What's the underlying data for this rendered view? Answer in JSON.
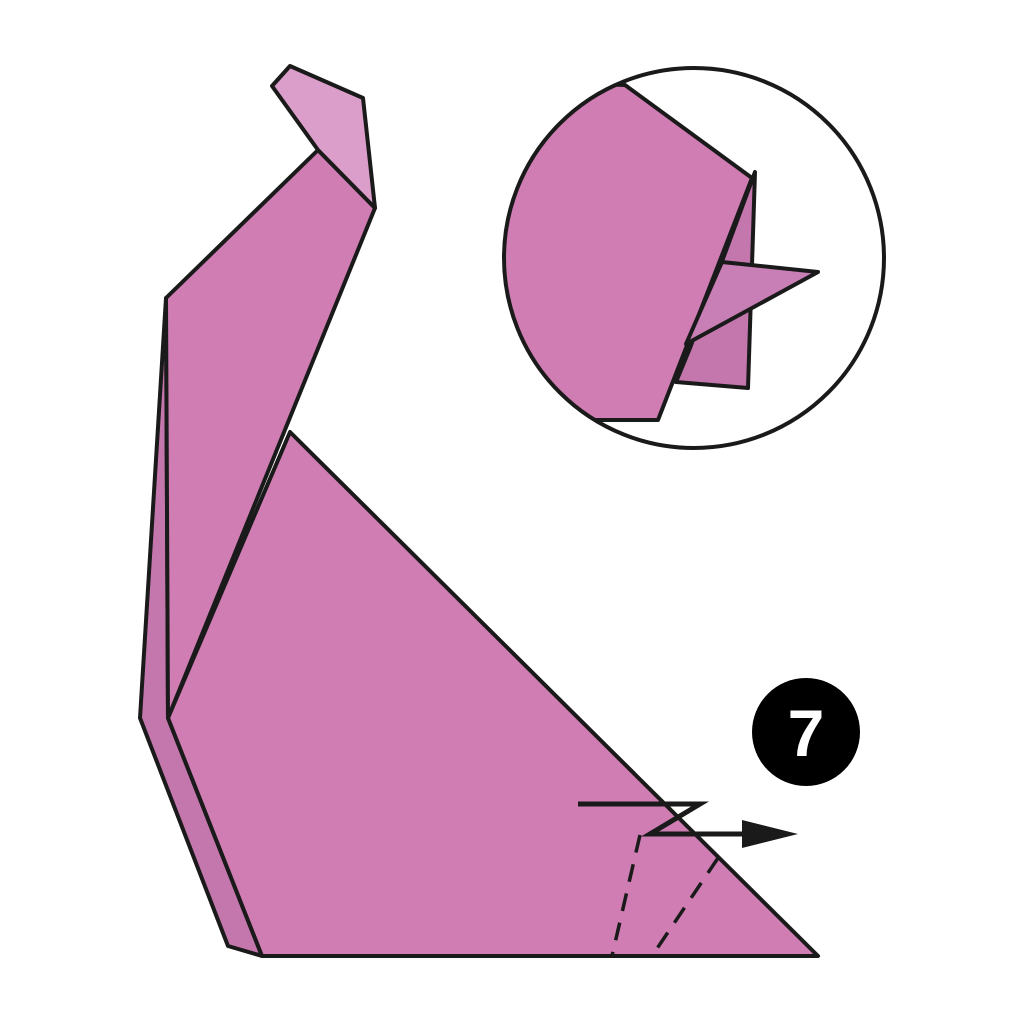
{
  "diagram": {
    "step_number": "7",
    "colors": {
      "paper_front": "#cf7db3",
      "paper_back": "#c477ad",
      "paper_light": "#db9dc9",
      "outline": "#1a1a1a",
      "badge": "#000000",
      "badge_text": "#ffffff",
      "background": "#ffffff"
    },
    "fold_instruction": "pleat-fold",
    "detail_view": "zoomed-head-inset"
  }
}
